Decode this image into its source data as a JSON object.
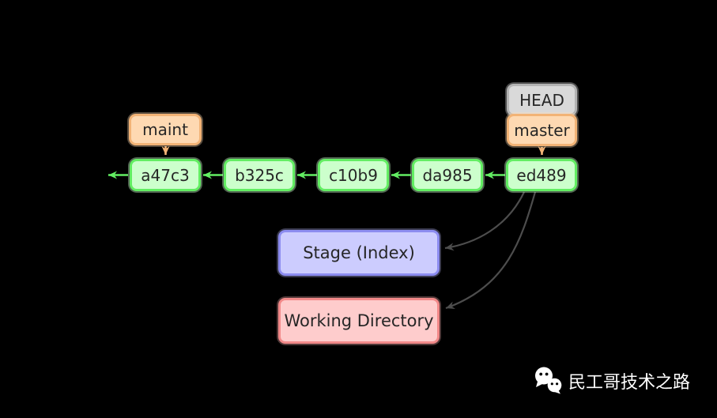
{
  "head_badge": {
    "label": "HEAD"
  },
  "branch_badges": [
    {
      "name": "maint",
      "label": "maint"
    },
    {
      "name": "master",
      "label": "master"
    }
  ],
  "commits": [
    {
      "label": "a47c3"
    },
    {
      "label": "b325c"
    },
    {
      "label": "c10b9"
    },
    {
      "label": "da985"
    },
    {
      "label": "ed489"
    }
  ],
  "areas": [
    {
      "name": "stage",
      "label": "Stage (Index)"
    },
    {
      "name": "working-directory",
      "label": "Working Directory"
    }
  ],
  "arrows": {
    "commit_parent_direction": "left",
    "head_commit_targets": [
      "Stage (Index)",
      "Working Directory"
    ]
  },
  "watermark": {
    "text": "民工哥技术之路",
    "icon": "wechat-icon"
  },
  "colors": {
    "background": "#000000",
    "commit_fill": "#ccffcc",
    "commit_border": "#63ee63",
    "branch_fill": "#fed9b2",
    "branch_border": "#f2b376",
    "head_fill": "#d9d9d9",
    "head_border": "#b3b3b3",
    "stage_fill": "#ccccfe",
    "stage_border": "#8c8cf0",
    "working_fill": "#fecccc",
    "working_border": "#f28989",
    "flow_arrow": "#4d4d4d",
    "watermark_text": "#ffffff"
  }
}
